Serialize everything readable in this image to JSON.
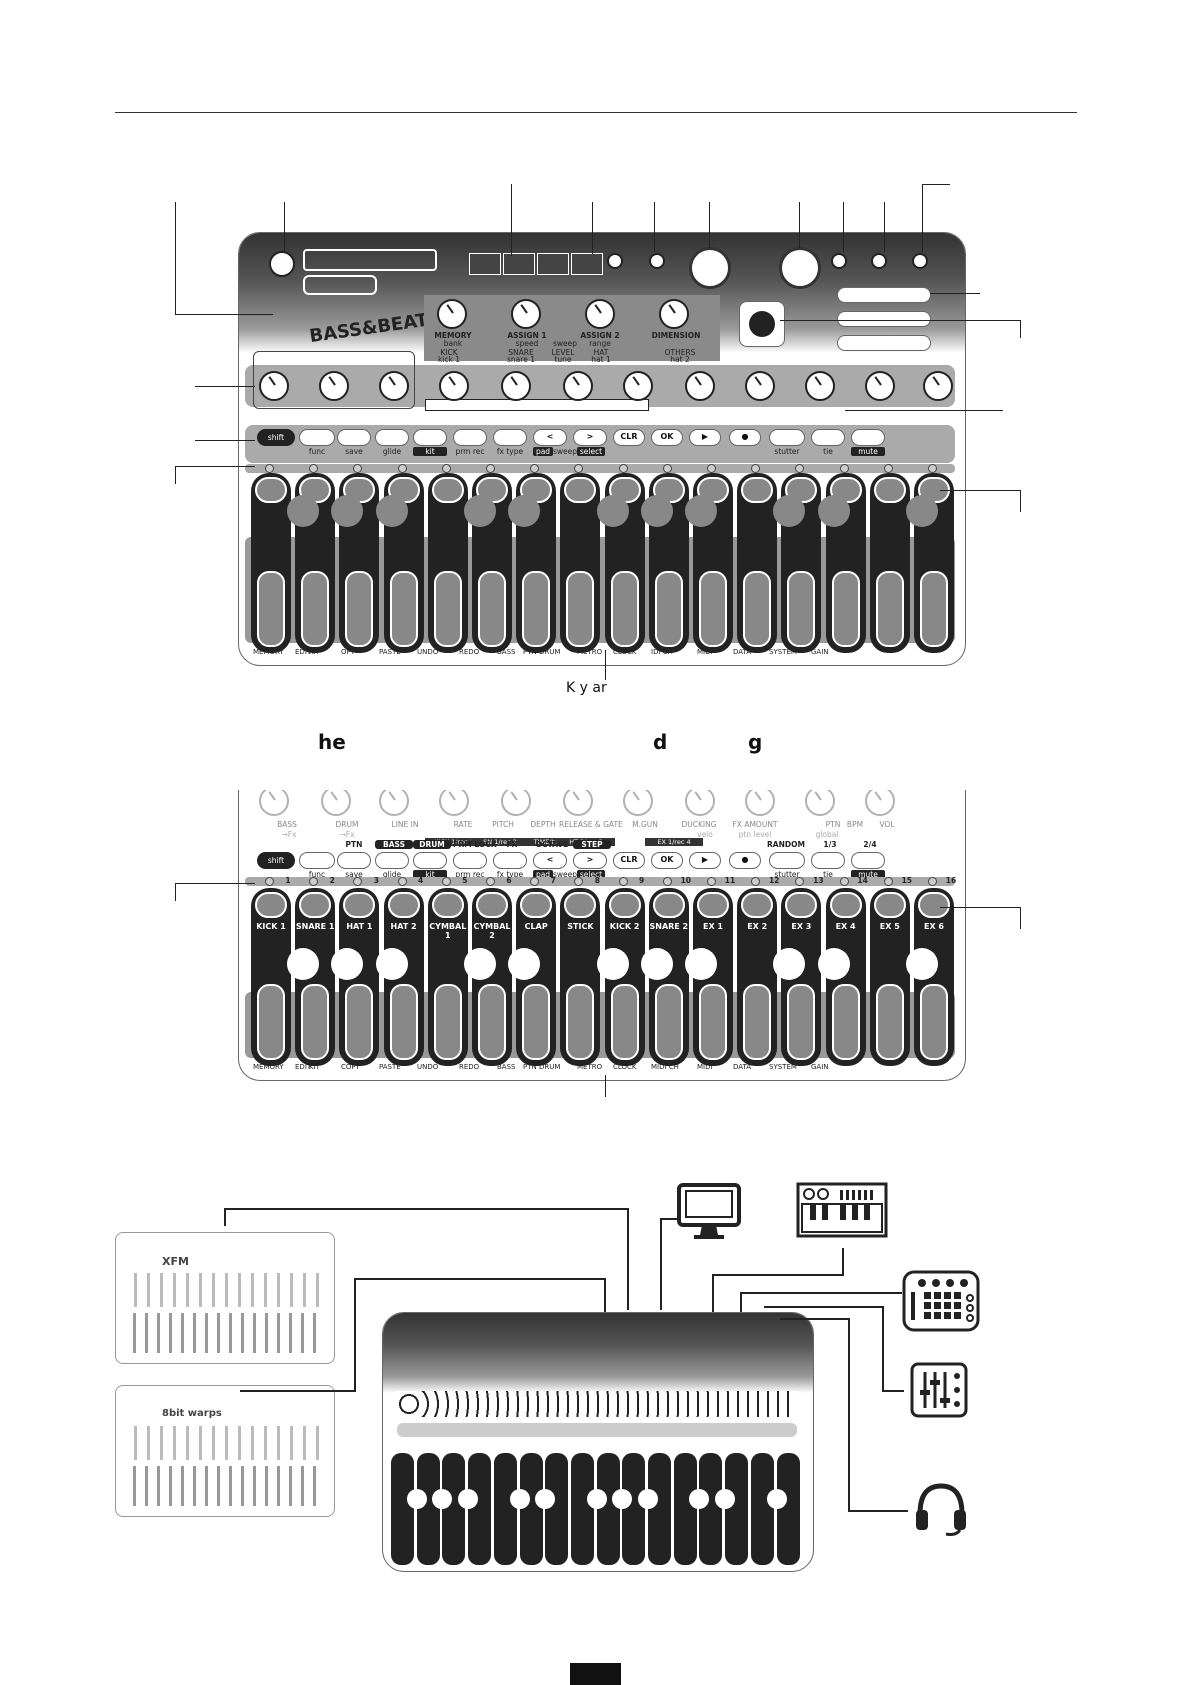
{
  "diagram1": {
    "keyboard_caption": "K y ar",
    "bottom_labels": [
      "MEMORY",
      "EDIT",
      "KIT",
      "OPY",
      "PASTE",
      "UNDO",
      "REDO",
      "BASS",
      "PTN",
      "DRUM",
      "METRO",
      "CLOCK",
      "IDI CH",
      "MIDI",
      "DATA",
      "SYSTEM",
      "GAIN"
    ],
    "button_labels": [
      "shift",
      "func",
      "save",
      "glide",
      "kit",
      "prm rec",
      "fx type",
      "<",
      ">",
      "pad",
      "sweep",
      "select",
      "CLR",
      "OK",
      "stutter",
      "tie",
      "mute"
    ],
    "panel_labels": {
      "memory": "MEMORY",
      "bank": "bank",
      "assign1": "ASSIGN 1",
      "speed": "speed",
      "sweep": "sweep",
      "assign2": "ASSIGN 2",
      "range": "range",
      "dimension": "DIMENSION",
      "kick": "KICK",
      "snare": "SNARE",
      "level": "LEVEL",
      "hat": "HAT",
      "others": "OTHERS",
      "kick1": "kick 1",
      "snare1": "snare 1",
      "tune": "tune",
      "hat1": "hat 1",
      "hat2": "hat 2"
    },
    "brand_text": "BASS&BEATS"
  },
  "heading": {
    "part1": "he",
    "part2": "d",
    "part3": "g"
  },
  "diagram2": {
    "knob_labels": [
      "BASS",
      "DRUM",
      "LINE IN",
      "RATE",
      "PITCH",
      "DEPTH",
      "RELEASE & GATE",
      "M.GUN",
      "DUCKING",
      "FX AMOUNT",
      "PTN",
      "BPM",
      "VOL"
    ],
    "knob_sublabels": [
      "→Fx",
      "→Fx",
      "velo",
      "ptn level",
      "global"
    ],
    "band_labels": [
      "KICK 1/rec 1",
      "SN 1/rec 2",
      "TIME/tune",
      "HT 1/rec 3",
      "EX 1/rec 4"
    ],
    "button_top_labels": [
      "PTN",
      "BASS",
      "DRUM",
      "PRM LOCK",
      "FX",
      "OCTAVE",
      "STEP",
      "RANDOM",
      "1/3",
      "2/4"
    ],
    "button_labels": [
      "shift",
      "func",
      "save",
      "glide",
      "kit",
      "prm rec",
      "fx type",
      "<",
      ">",
      "pad",
      "sweep",
      "select",
      "CLR",
      "OK",
      "stutter",
      "tie",
      "mute"
    ],
    "step_numbers": [
      "1",
      "2",
      "3",
      "4",
      "5",
      "6",
      "7",
      "8",
      "9",
      "10",
      "11",
      "12",
      "13",
      "14",
      "15",
      "16"
    ],
    "pad_names": [
      "KICK 1",
      "SNARE 1",
      "HAT 1",
      "HAT 2",
      "CYMBAL 1",
      "CYMBAL 2",
      "CLAP",
      "STICK",
      "KICK 2",
      "SNARE 2",
      "EX 1",
      "EX 2",
      "EX 3",
      "EX 4",
      "EX 5",
      "EX 6"
    ],
    "bottom_labels": [
      "MEMORY",
      "EDIT",
      "KIT",
      "COPY",
      "PASTE",
      "UNDO",
      "REDO",
      "BASS",
      "PTN",
      "DRUM",
      "METRO",
      "CLOCK",
      "MIDI CH",
      "MIDI",
      "DATA",
      "SYSTEM",
      "GAIN"
    ]
  },
  "connection": {
    "device_a": "XFM",
    "device_b": "8bit warps",
    "icons": [
      "computer-icon",
      "keyboard-icon",
      "pad-controller-icon",
      "mixer-icon",
      "headphones-icon"
    ]
  }
}
